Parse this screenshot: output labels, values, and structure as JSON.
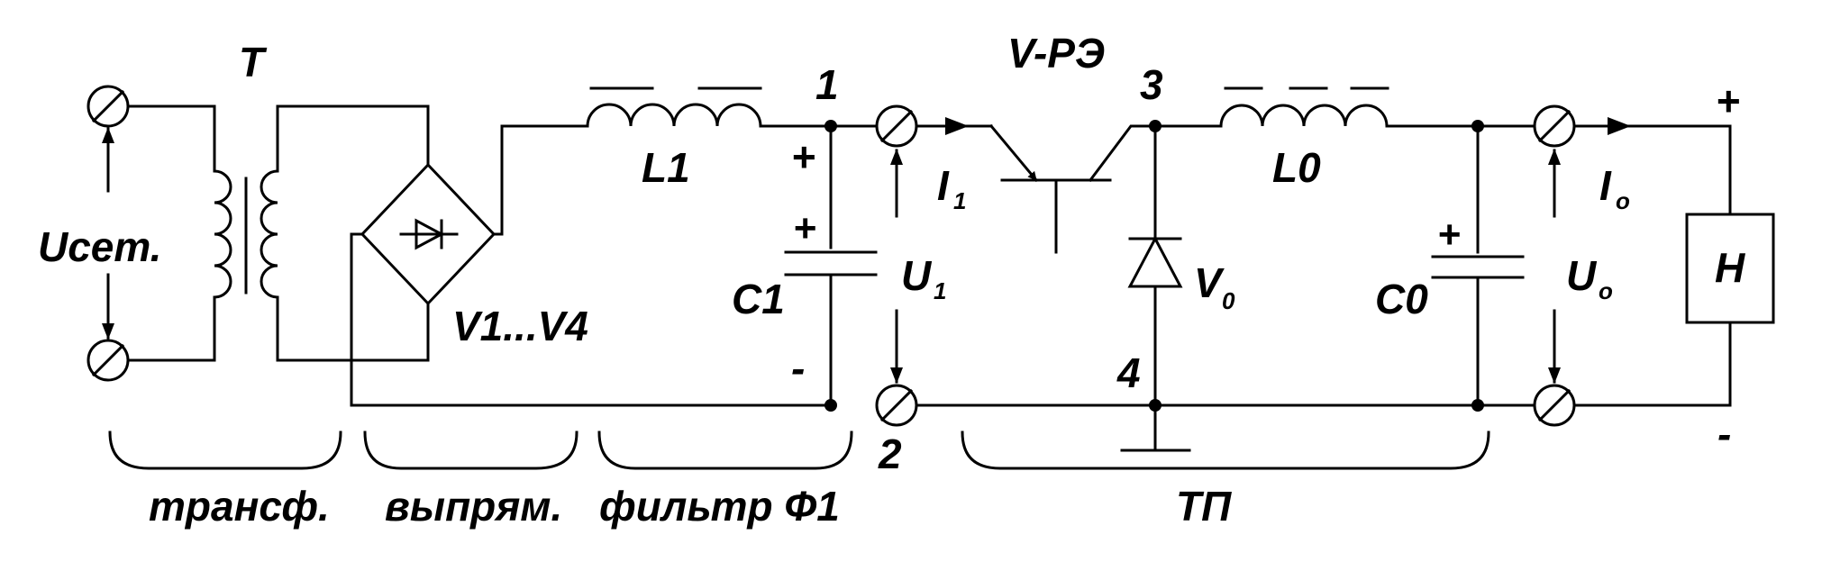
{
  "labels": {
    "transformer": "T",
    "mains_voltage": "Uсет.",
    "rectifier_diodes": "V1...V4",
    "inductor_1": "L1",
    "capacitor_1": "C1",
    "plus": "+",
    "minus": "-",
    "node_1": "1",
    "node_2": "2",
    "node_3": "3",
    "node_4": "4",
    "transistor": "V-РЭ",
    "current_in": "I",
    "current_in_sub": "1",
    "voltage_in": "U",
    "voltage_in_sub": "1",
    "inductor_0": "L0",
    "diode_0": "V",
    "diode_0_sub": "0",
    "capacitor_0": "C0",
    "voltage_out": "U",
    "voltage_out_sub": "o",
    "current_out": "I",
    "current_out_sub": "o",
    "load": "Н",
    "cap_polarity": "+"
  },
  "sections": {
    "transformer": "трансф.",
    "rectifier": "выпрям.",
    "filter": "фильтр Ф1",
    "converter": "ТП"
  }
}
